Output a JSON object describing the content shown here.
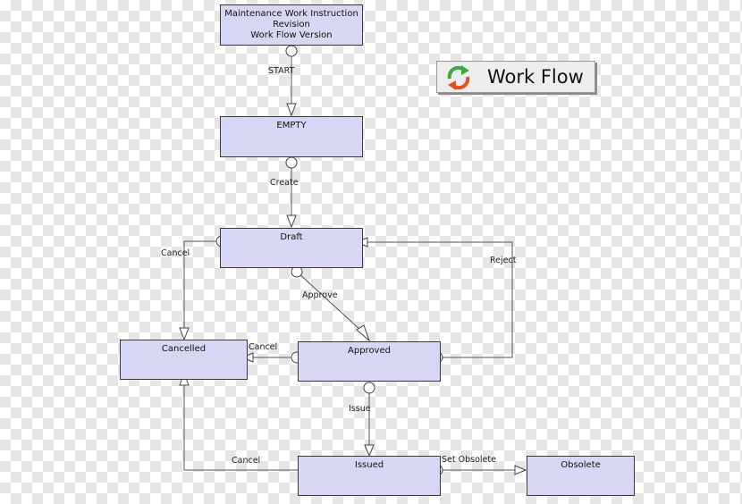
{
  "badge": {
    "title": "Work Flow",
    "icon": "refresh-arrows-icon"
  },
  "colors": {
    "node_fill": "#d6d6f5",
    "node_border": "#3a3a3a",
    "edge": "#555555"
  },
  "nodes": {
    "root": {
      "line1": "Maintenance Work Instruction",
      "line2": "Revision",
      "line3": "Work Flow Version"
    },
    "empty": "EMPTY",
    "draft": "Draft",
    "approved": "Approved",
    "cancelled": "Cancelled",
    "issued": "Issued",
    "obsolete": "Obsolete"
  },
  "edges": {
    "start": "START",
    "create": "Create",
    "approve": "Approve",
    "reject": "Reject",
    "cancel_draft": "Cancel",
    "cancel_approved": "Cancel",
    "issue": "Issue",
    "cancel_issued": "Cancel",
    "set_obsolete": "Set Obsolete"
  }
}
